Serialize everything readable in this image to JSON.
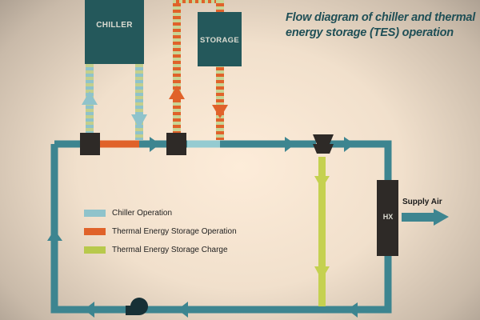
{
  "title": "Flow diagram of chiller and thermal energy storage (TES) operation",
  "components": {
    "chiller": "CHILLER",
    "storage": "STORAGE",
    "heat_exchanger": "HX",
    "supply_air": "Supply Air"
  },
  "legend": [
    {
      "label": "Chiller Operation",
      "color": "#8fc3cb"
    },
    {
      "label": "Thermal Energy Storage Operation",
      "color": "#e0622a"
    },
    {
      "label": "Thermal Energy Storage Charge",
      "color": "#b8c94c"
    }
  ],
  "colors": {
    "loop_pipe": "#3d8590",
    "component_box": "#24585b",
    "valve": "#2e2a27",
    "hx_box": "#2e2a27",
    "pump": "#173036",
    "chiller_stripe_light": "#c3cf8c",
    "storage_stripe_light": "#c7d596",
    "charge_pipe": "#c5d150"
  }
}
